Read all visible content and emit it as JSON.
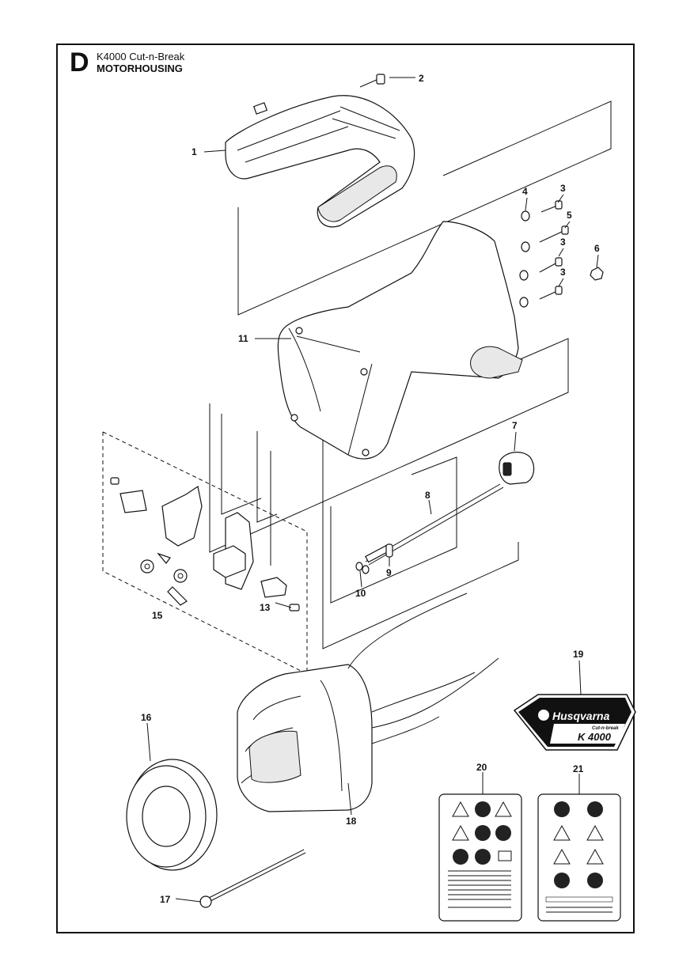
{
  "header": {
    "section_letter": "D",
    "model": "K4000 Cut-n-Break",
    "title": "MOTORHOUSING"
  },
  "callouts": [
    {
      "id": "c1",
      "label": "1"
    },
    {
      "id": "c2",
      "label": "2"
    },
    {
      "id": "c3a",
      "label": "3"
    },
    {
      "id": "c4",
      "label": "4"
    },
    {
      "id": "c5",
      "label": "5"
    },
    {
      "id": "c3b",
      "label": "3"
    },
    {
      "id": "c6",
      "label": "6"
    },
    {
      "id": "c3c",
      "label": "3"
    },
    {
      "id": "c11",
      "label": "11"
    },
    {
      "id": "c7",
      "label": "7"
    },
    {
      "id": "c8",
      "label": "8"
    },
    {
      "id": "c9",
      "label": "9"
    },
    {
      "id": "c10",
      "label": "10"
    },
    {
      "id": "c13",
      "label": "13"
    },
    {
      "id": "c15",
      "label": "15"
    },
    {
      "id": "c19",
      "label": "19"
    },
    {
      "id": "c16",
      "label": "16"
    },
    {
      "id": "c18",
      "label": "18"
    },
    {
      "id": "c20",
      "label": "20"
    },
    {
      "id": "c21",
      "label": "21"
    },
    {
      "id": "c17",
      "label": "17"
    }
  ],
  "badge": {
    "brand": "Husqvarna",
    "tagline": "Cut-n-break",
    "model": "K 4000"
  },
  "colors": {
    "line": "#111111",
    "badge_fill": "#111111"
  }
}
